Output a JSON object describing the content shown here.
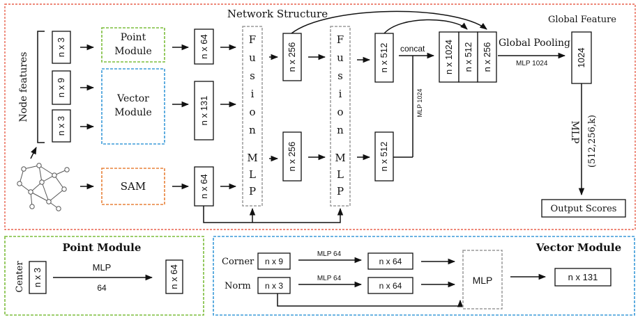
{
  "top": {
    "title": "Network  Structure",
    "node_features_label": "Node features",
    "inputs": [
      "n x 3",
      "n x 9",
      "n x 3"
    ],
    "point_module": "Point Module",
    "vector_module": "Vector Module",
    "sam": "SAM",
    "after_point": "n x 64",
    "after_vector": "n x 131",
    "after_sam": "n x 64",
    "fusion_label": "Fusion MLP",
    "after_fusion1_top": "n x 256",
    "after_fusion1_bottom": "n x 256",
    "after_fusion2_top": "n x 512",
    "after_fusion2_bottom": "n x 512",
    "concat_label": "concat",
    "mlp_1024_vertical": "MLP 1024",
    "concat_1024": "n x 1024",
    "concat_512": "n x 512",
    "concat_256": "n x 256",
    "global_pooling": "Global Pooling",
    "mlp_1024": "MLP 1024",
    "global_feature": "Global Feature",
    "global_1024": "1024",
    "mlp_label": "MLP",
    "mlp_dims": "(512,256,k)",
    "output_scores": "Output Scores"
  },
  "point_module_panel": {
    "title": "Point Module",
    "center_label": "Center",
    "input": "n x 3",
    "mlp_label": "MLP",
    "mlp_value": "64",
    "output": "n x 64"
  },
  "vector_module_panel": {
    "title": "Vector Module",
    "corner_label": "Corner",
    "norm_label": "Norm",
    "corner_input": "n x 9",
    "norm_input": "n x 3",
    "mlp64_a": "MLP 64",
    "mlp64_b": "MLP 64",
    "corner_out": "n x 64",
    "norm_out": "n x 64",
    "mlp_box": "MLP",
    "output": "n x 131"
  },
  "colors": {
    "network_border": "#e8604c",
    "point_border": "#7cbd3c",
    "vector_border": "#3a9ad9",
    "sam_border": "#e8823a",
    "fusion_border": "#9a9a9a"
  }
}
